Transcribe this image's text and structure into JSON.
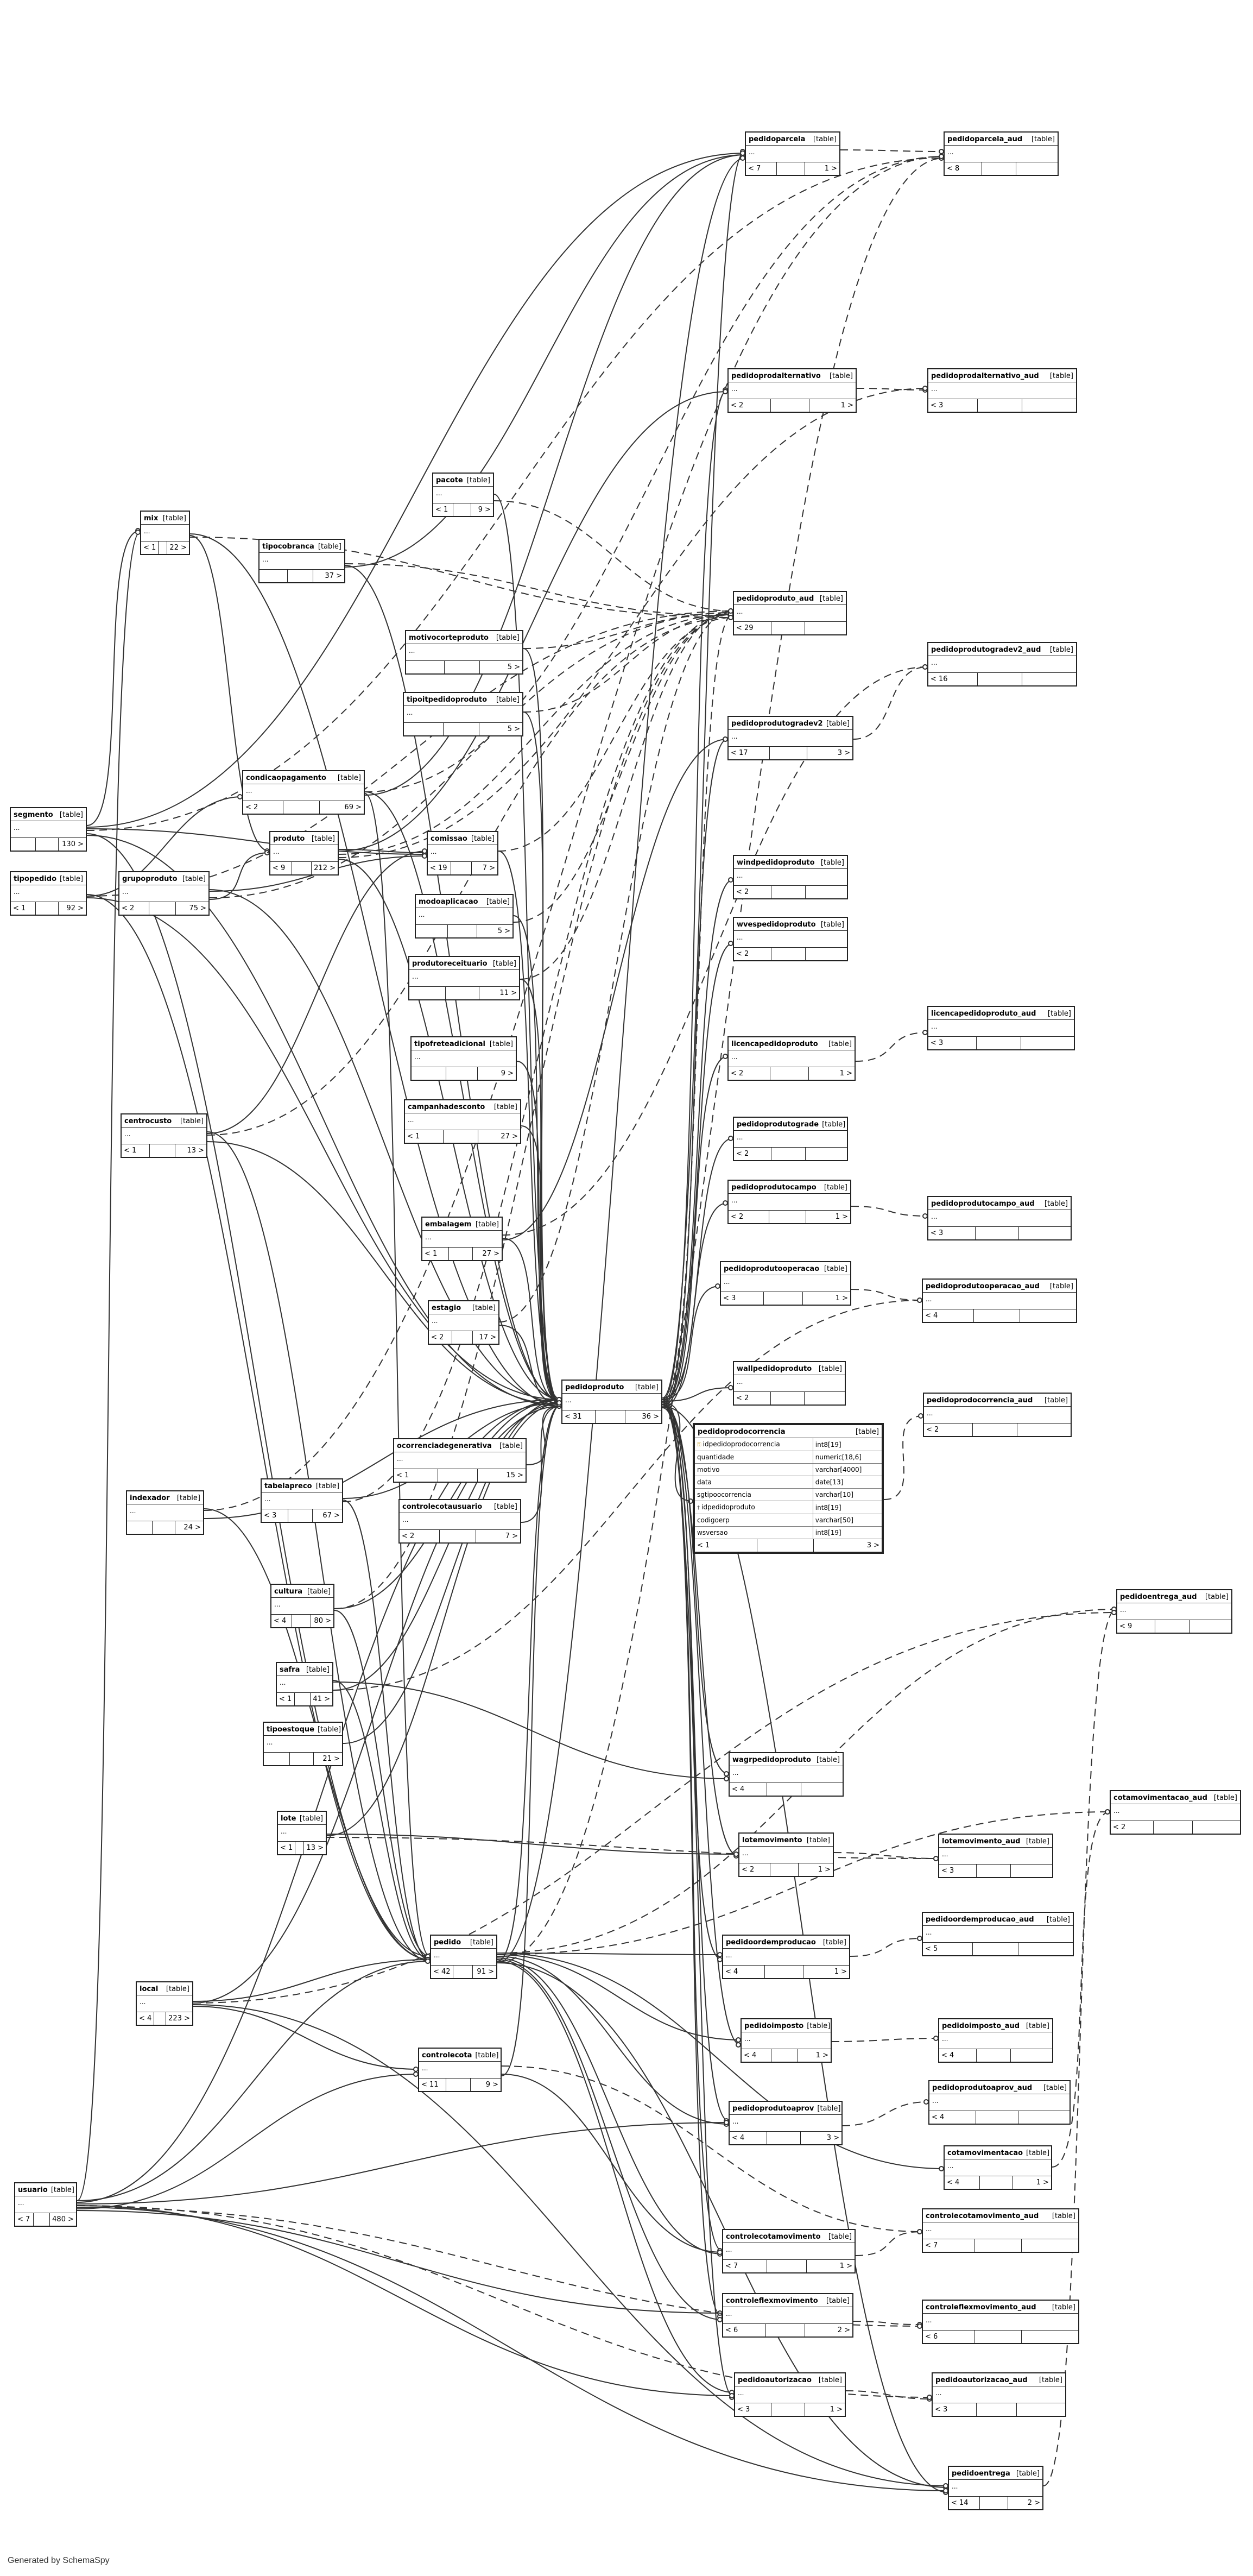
{
  "diagram": {
    "credit": "Generated by SchemaSpy",
    "table_type": "[table]",
    "focus": "pedidoprodocorrencia",
    "tables": [
      {
        "name": "pedidoparcela",
        "left": "< 7",
        "right": "1 >"
      },
      {
        "name": "pedidoparcela_aud",
        "left": "< 8",
        "right": ""
      },
      {
        "name": "pedidoprodalternativo",
        "left": "< 2",
        "right": "1 >"
      },
      {
        "name": "pedidoprodalternativo_aud",
        "left": "< 3",
        "right": ""
      },
      {
        "name": "pacote",
        "left": "< 1",
        "right": "9 >"
      },
      {
        "name": "mix",
        "left": "< 1",
        "right": "22 >"
      },
      {
        "name": "tipocobranca",
        "left": "",
        "right": "37 >"
      },
      {
        "name": "pedidoproduto_aud",
        "left": "< 29",
        "right": ""
      },
      {
        "name": "motivocorteproduto",
        "left": "",
        "right": "5 >"
      },
      {
        "name": "pedidoprodutogradev2_aud",
        "left": "< 16",
        "right": ""
      },
      {
        "name": "tipoitpedidoproduto",
        "left": "",
        "right": "5 >"
      },
      {
        "name": "pedidoprodutogradev2",
        "left": "< 17",
        "right": "3 >"
      },
      {
        "name": "condicaopagamento",
        "left": "< 2",
        "right": "69 >"
      },
      {
        "name": "segmento",
        "left": "",
        "right": "130 >"
      },
      {
        "name": "produto",
        "left": "< 9",
        "right": "212 >"
      },
      {
        "name": "comissao",
        "left": "< 19",
        "right": "7 >"
      },
      {
        "name": "windpedidoproduto",
        "left": "< 2",
        "right": ""
      },
      {
        "name": "tipopedido",
        "left": "< 1",
        "right": "92 >"
      },
      {
        "name": "grupoproduto",
        "left": "< 2",
        "right": "75 >"
      },
      {
        "name": "modoaplicacao",
        "left": "",
        "right": "5 >"
      },
      {
        "name": "wvespedidoproduto",
        "left": "< 2",
        "right": ""
      },
      {
        "name": "produtoreceituario",
        "left": "",
        "right": "11 >"
      },
      {
        "name": "licencapedidoproduto_aud",
        "left": "< 3",
        "right": ""
      },
      {
        "name": "tipofreteadicional",
        "left": "",
        "right": "9 >"
      },
      {
        "name": "licencapedidoproduto",
        "left": "< 2",
        "right": "1 >"
      },
      {
        "name": "campanhadesconto",
        "left": "< 1",
        "right": "27 >"
      },
      {
        "name": "centrocusto",
        "left": "< 1",
        "right": "13 >"
      },
      {
        "name": "pedidoprodutograde",
        "left": "< 2",
        "right": ""
      },
      {
        "name": "pedidoprodutocampo",
        "left": "< 2",
        "right": "1 >"
      },
      {
        "name": "pedidoprodutocampo_aud",
        "left": "< 3",
        "right": ""
      },
      {
        "name": "embalagem",
        "left": "< 1",
        "right": "27 >"
      },
      {
        "name": "pedidoprodutooperacao",
        "left": "< 3",
        "right": "1 >"
      },
      {
        "name": "pedidoprodutooperacao_aud",
        "left": "< 4",
        "right": ""
      },
      {
        "name": "estagio",
        "left": "< 2",
        "right": "17 >"
      },
      {
        "name": "wallpedidoproduto",
        "left": "< 2",
        "right": ""
      },
      {
        "name": "pedidoproduto",
        "left": "< 31",
        "right": "36 >"
      },
      {
        "name": "pedidoprodocorrencia_aud",
        "left": "< 2",
        "right": ""
      },
      {
        "name": "ocorrenciadegenerativa",
        "left": "< 1",
        "right": "15 >"
      },
      {
        "name": "indexador",
        "left": "",
        "right": "24 >"
      },
      {
        "name": "tabelapreco",
        "left": "< 3",
        "right": "67 >"
      },
      {
        "name": "controlecotausuario",
        "left": "< 2",
        "right": "7 >"
      },
      {
        "name": "cultura",
        "left": "< 4",
        "right": "80 >"
      },
      {
        "name": "pedidoentrega_aud",
        "left": "< 9",
        "right": ""
      },
      {
        "name": "safra",
        "left": "< 1",
        "right": "41 >"
      },
      {
        "name": "tipoestoque",
        "left": "",
        "right": "21 >"
      },
      {
        "name": "wagrpedidoproduto",
        "left": "< 4",
        "right": ""
      },
      {
        "name": "cotamovimentacao_aud",
        "left": "< 2",
        "right": ""
      },
      {
        "name": "lote",
        "left": "< 1",
        "right": "13 >"
      },
      {
        "name": "lotemovimento",
        "left": "< 2",
        "right": "1 >"
      },
      {
        "name": "lotemovimento_aud",
        "left": "< 3",
        "right": ""
      },
      {
        "name": "pedidoordemproducao_aud",
        "left": "< 5",
        "right": ""
      },
      {
        "name": "pedido",
        "left": "< 42",
        "right": "91 >"
      },
      {
        "name": "pedidoordemproducao",
        "left": "< 4",
        "right": "1 >"
      },
      {
        "name": "local",
        "left": "< 4",
        "right": "223 >"
      },
      {
        "name": "pedidoimposto",
        "left": "< 4",
        "right": "1 >"
      },
      {
        "name": "pedidoimposto_aud",
        "left": "< 4",
        "right": ""
      },
      {
        "name": "controlecota",
        "left": "< 11",
        "right": "9 >"
      },
      {
        "name": "pedidoprodutoaprov_aud",
        "left": "< 4",
        "right": ""
      },
      {
        "name": "pedidoprodutoaprov",
        "left": "< 4",
        "right": "3 >"
      },
      {
        "name": "cotamovimentacao",
        "left": "< 4",
        "right": "1 >"
      },
      {
        "name": "usuario",
        "left": "< 7",
        "right": "480 >"
      },
      {
        "name": "controlecotamovimento_aud",
        "left": "< 7",
        "right": ""
      },
      {
        "name": "controlecotamovimento",
        "left": "< 7",
        "right": "1 >"
      },
      {
        "name": "controleflexmovimento_aud",
        "left": "< 6",
        "right": ""
      },
      {
        "name": "controleflexmovimento",
        "left": "< 6",
        "right": "2 >"
      },
      {
        "name": "pedidoautorizacao_aud",
        "left": "< 3",
        "right": ""
      },
      {
        "name": "pedidoautorizacao",
        "left": "< 3",
        "right": "1 >"
      },
      {
        "name": "pedidoentrega",
        "left": "< 14",
        "right": "2 >"
      }
    ],
    "detail": {
      "name": "pedidoprodocorrencia",
      "columns": [
        {
          "name": "idpedidoprodocorrencia",
          "type": "int8[19]",
          "key": "pk"
        },
        {
          "name": "quantidade",
          "type": "numeric[18,6]",
          "key": ""
        },
        {
          "name": "motivo",
          "type": "varchar[4000]",
          "key": ""
        },
        {
          "name": "data",
          "type": "date[13]",
          "key": ""
        },
        {
          "name": "sgtipoocorrencia",
          "type": "varchar[10]",
          "key": ""
        },
        {
          "name": "idpedidoproduto",
          "type": "int8[19]",
          "key": "fk"
        },
        {
          "name": "codigoerp",
          "type": "varchar[50]",
          "key": ""
        },
        {
          "name": "wsversao",
          "type": "int8[19]",
          "key": ""
        }
      ],
      "left": "< 1",
      "right": "3 >"
    }
  }
}
